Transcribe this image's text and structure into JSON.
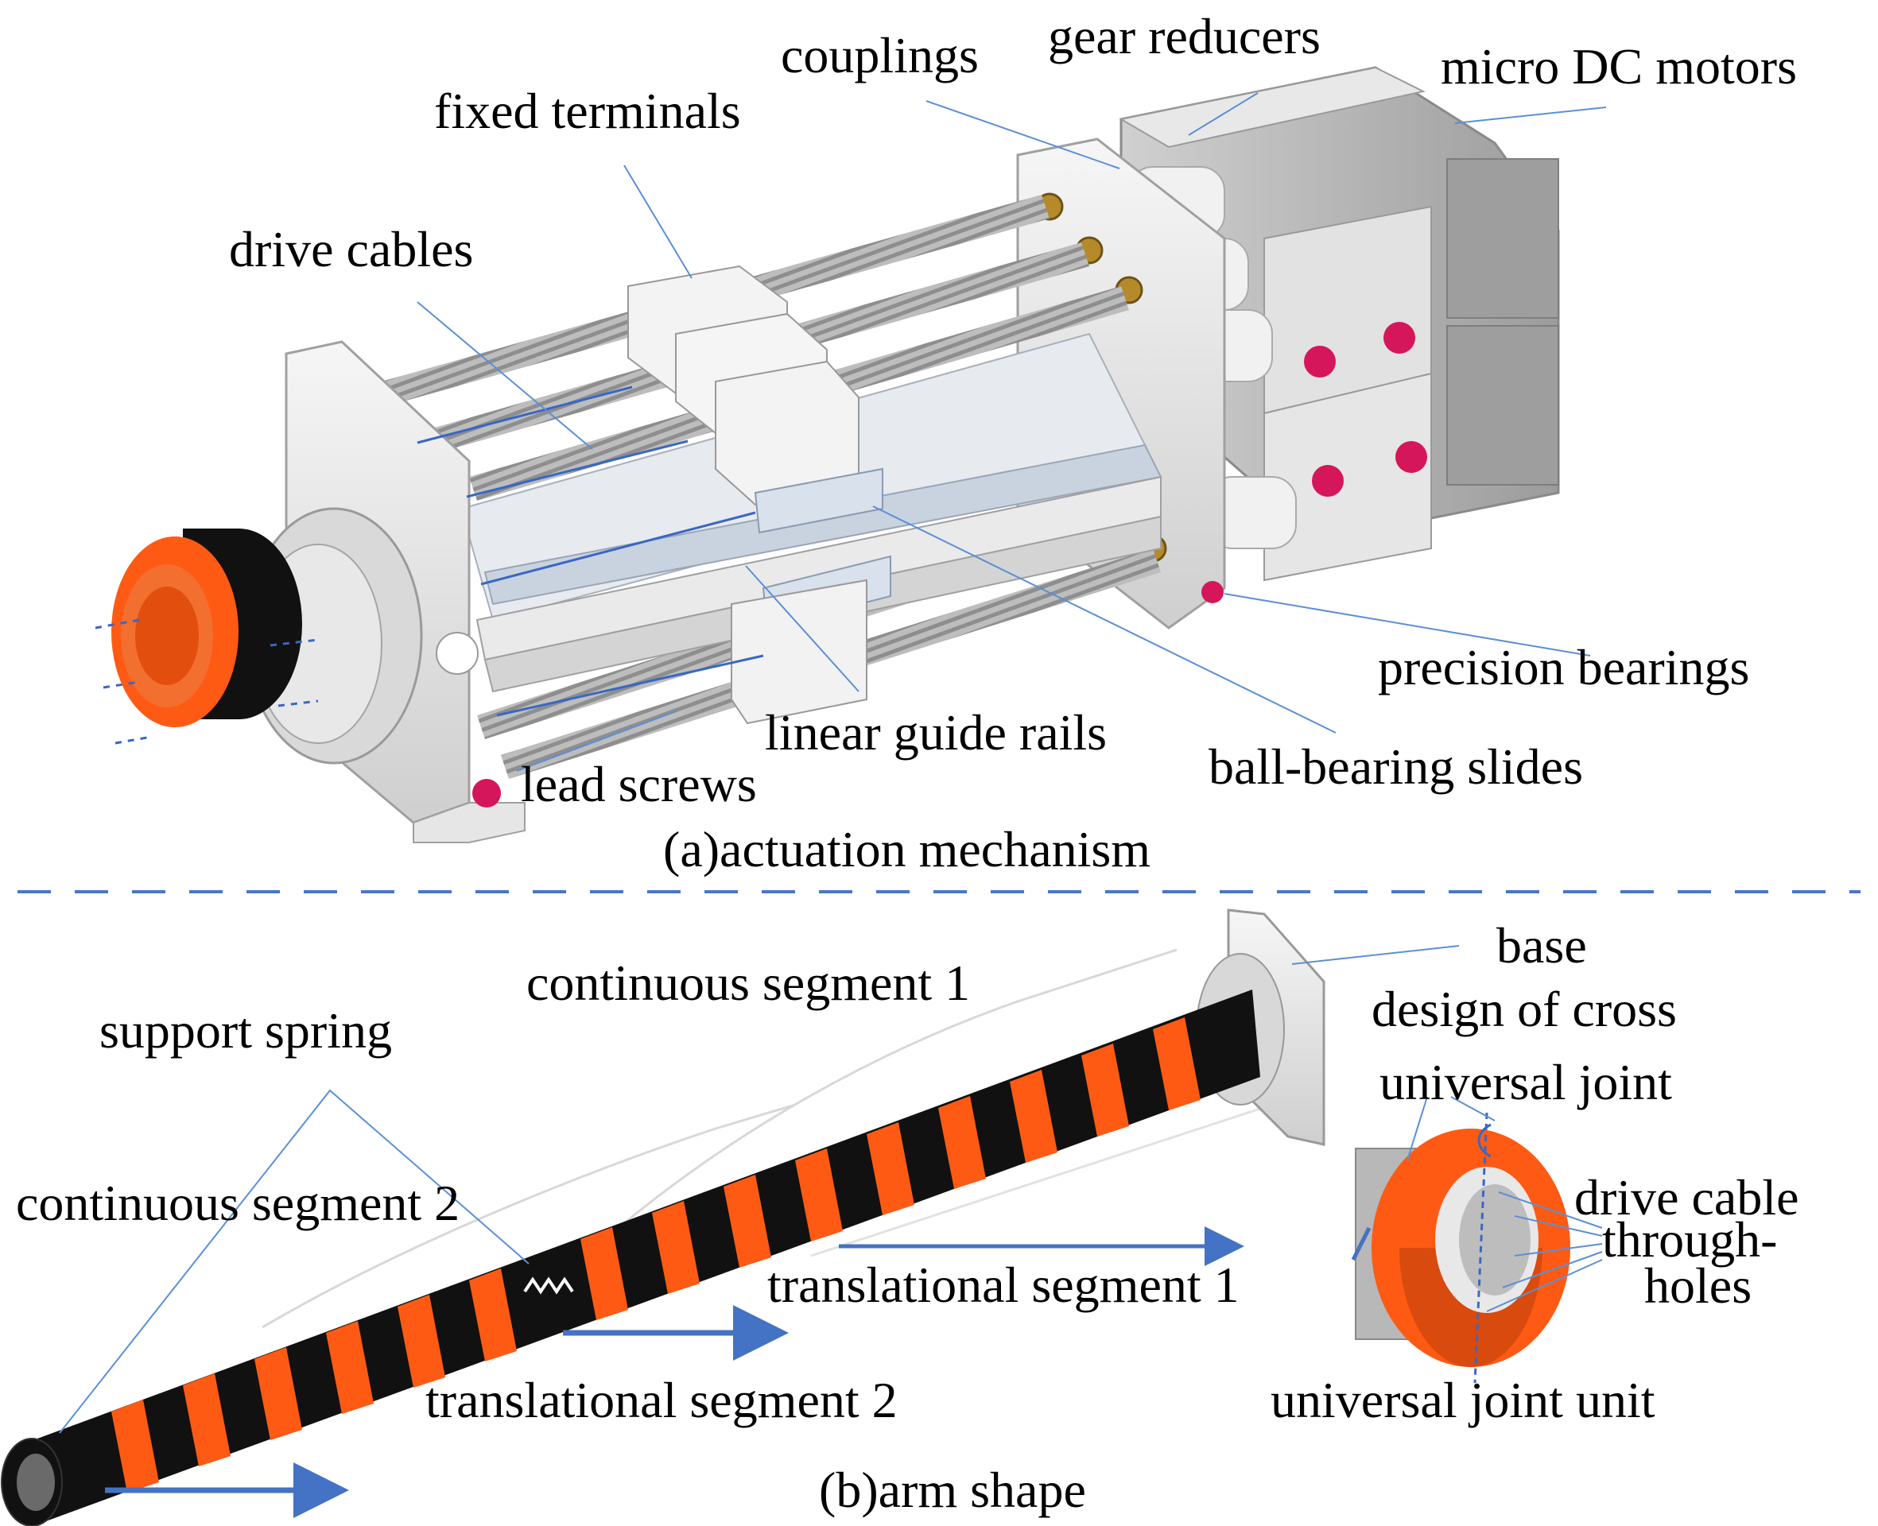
{
  "top": {
    "caption": "(a)actuation mechanism",
    "labels": {
      "couplings": "couplings",
      "gear_reducers": "gear reducers",
      "micro_dc_motors": "micro DC motors",
      "fixed_terminals": "fixed terminals",
      "drive_cables": "drive cables",
      "precision_bearings": "precision bearings",
      "linear_guide_rails": "linear guide rails",
      "ball_bearing_slides": "ball-bearing slides",
      "lead_screws": "lead screws"
    }
  },
  "bottom": {
    "caption": "(b)arm shape",
    "labels": {
      "base": "base",
      "cross_design_line1": "design of cross",
      "cross_design_line2": "universal joint",
      "continuous_segment_1": "continuous segment 1",
      "support_spring": "support spring",
      "continuous_segment_2": "continuous segment 2",
      "drive_cable_line1": "drive cable",
      "drive_cable_line2": "through-",
      "drive_cable_line3": "holes",
      "translational_segment_1": "translational segment 1",
      "translational_segment_2": "translational segment 2",
      "universal_joint_unit": "universal joint unit"
    }
  },
  "colors": {
    "orange": "#ff5a14",
    "black": "#111111",
    "magenta": "#d6165a",
    "blue_arrow": "#4472c4",
    "leader": "#5b8fd6",
    "aluminum": "#dedede",
    "divider": "#4a76c8"
  }
}
